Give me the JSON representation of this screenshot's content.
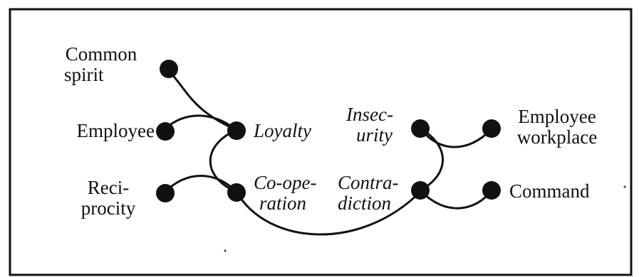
{
  "diagram": {
    "nodes": [
      {
        "id": "common-spirit",
        "lines": [
          "Common",
          "spirit"
        ],
        "italic": false
      },
      {
        "id": "employee",
        "lines": [
          "Employee"
        ],
        "italic": false
      },
      {
        "id": "reciprocity",
        "lines": [
          "Reci-",
          "procity"
        ],
        "italic": false
      },
      {
        "id": "loyalty",
        "lines": [
          "Loyalty"
        ],
        "italic": true
      },
      {
        "id": "cooperation",
        "lines": [
          "Co-ope-",
          "ration"
        ],
        "italic": true
      },
      {
        "id": "insecurity",
        "lines": [
          "Insec-",
          "urity"
        ],
        "italic": true
      },
      {
        "id": "contradiction",
        "lines": [
          "Contra-",
          "diction"
        ],
        "italic": true
      },
      {
        "id": "employee-workplace",
        "lines": [
          "Employee",
          "workplace"
        ],
        "italic": false
      },
      {
        "id": "command",
        "lines": [
          "Command"
        ],
        "italic": false
      }
    ],
    "edges": [
      {
        "from": "common-spirit",
        "to": "loyalty"
      },
      {
        "from": "employee",
        "to": "loyalty"
      },
      {
        "from": "loyalty",
        "to": "cooperation"
      },
      {
        "from": "reciprocity",
        "to": "cooperation"
      },
      {
        "from": "cooperation",
        "to": "contradiction"
      },
      {
        "from": "insecurity",
        "to": "contradiction"
      },
      {
        "from": "insecurity",
        "to": "employee-workplace"
      },
      {
        "from": "contradiction",
        "to": "command"
      }
    ],
    "colors": {
      "ink": "#111111",
      "background": "#ffffff"
    }
  }
}
